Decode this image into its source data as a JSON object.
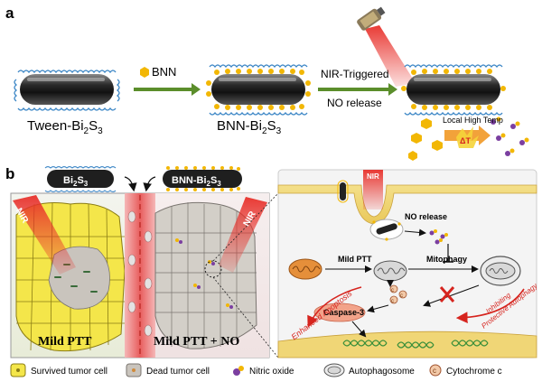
{
  "panel_a": {
    "label": "a",
    "bnn_label": "BNN",
    "nir_step_line1": "NIR-Triggered",
    "nir_step_line2": "NO release",
    "rod1_label_prefix": "Tween-Bi",
    "rod1_sub1": "2",
    "rod1_mid": "S",
    "rod1_sub2": "3",
    "rod2_label_prefix": "BNN-Bi",
    "rod2_sub1": "2",
    "rod2_mid": "S",
    "rod2_sub2": "3",
    "local_high_temp": "Local High Temp",
    "delta_t": "ΔT"
  },
  "panel_b": {
    "label": "b",
    "cap_left_prefix": "Bi",
    "cap_left_sub1": "2",
    "cap_left_mid": "S",
    "cap_left_sub2": "3",
    "cap_right_prefix": "BNN-Bi",
    "cap_right_sub1": "2",
    "cap_right_mid": "S",
    "cap_right_sub2": "3",
    "nir_left": "NIR",
    "nir_right": "NIR",
    "nir_cell": "NIR",
    "mild_ptt": "Mild PTT",
    "mild_ptt_no": "Mild PTT + NO",
    "no_release": "NO release",
    "mild_ptt_inner": "Mild PTT",
    "mitophagy": "Mitophagy",
    "enhanced_apoptosis": "Enhanced Apoptosis",
    "caspase3": "Caspase-3",
    "inhibiting_line1": "Inhibiting",
    "inhibiting_line2": "Protective Autophagy",
    "cyt_c": "c"
  },
  "legend": {
    "survived": "Survived tumor cell",
    "dead": "Dead tumor cell",
    "nitric_oxide": "Nitric oxide",
    "autophagosome": "Autophagosome",
    "cytochrome": "Cytochrome c",
    "cyt_symbol": "c"
  },
  "colors": {
    "arrow_green": "#5b8e2b",
    "gold": "#f2b705",
    "purple": "#7b3fa0",
    "red_beam": "#e8302a",
    "caspase": "#f2a38a",
    "tumor_yellow": "#f4e64a",
    "dead_gray": "#c9c4bd"
  }
}
